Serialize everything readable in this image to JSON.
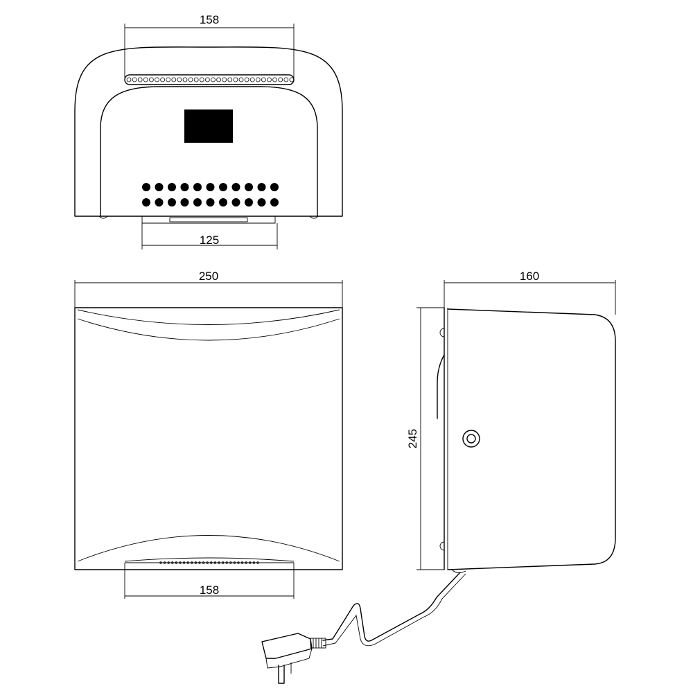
{
  "dimensions": {
    "top_vent_width": "158",
    "bottom_grille_width": "125",
    "front_width": "250",
    "side_depth": "160",
    "height": "245",
    "front_outlet_width": "158"
  }
}
